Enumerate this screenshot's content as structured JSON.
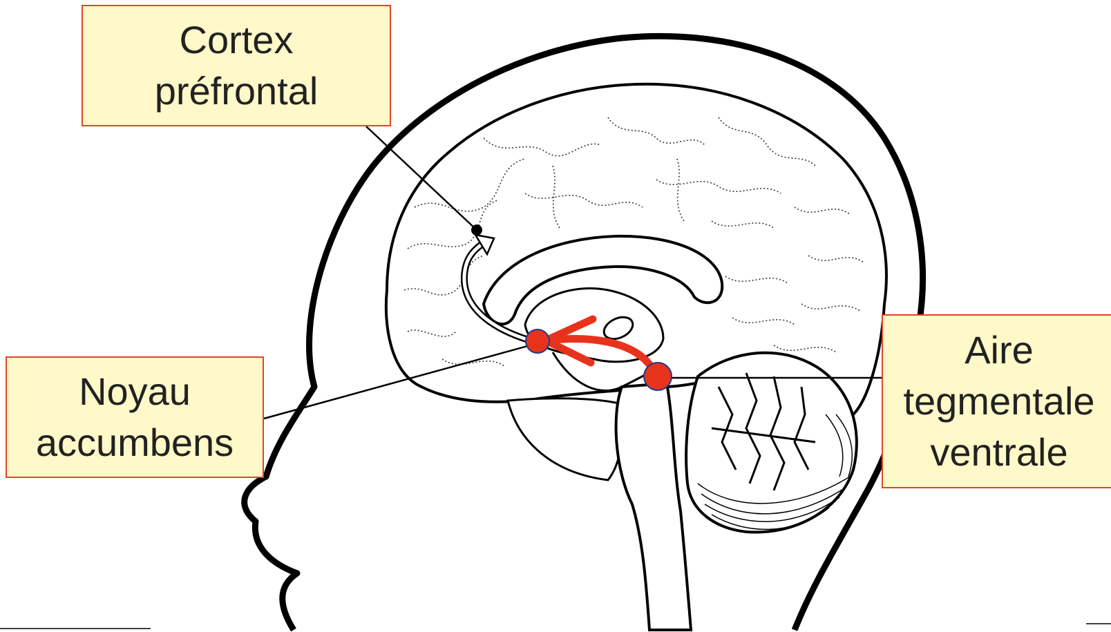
{
  "labels": {
    "cortex": {
      "line1": "Cortex",
      "line2": "préfrontal"
    },
    "noyau": {
      "line1": "Noyau",
      "line2": "accumbens"
    },
    "aire": {
      "line1": "Aire",
      "line2": "tegmentale",
      "line3": "ventrale"
    }
  },
  "colors": {
    "label_fill": "#fff8c8",
    "label_border": "#e0442a",
    "pathway": "#e8331c",
    "outline": "#000000"
  },
  "icons": {
    "brain": "brain-sagittal-drawing",
    "head": "head-profile-outline"
  }
}
